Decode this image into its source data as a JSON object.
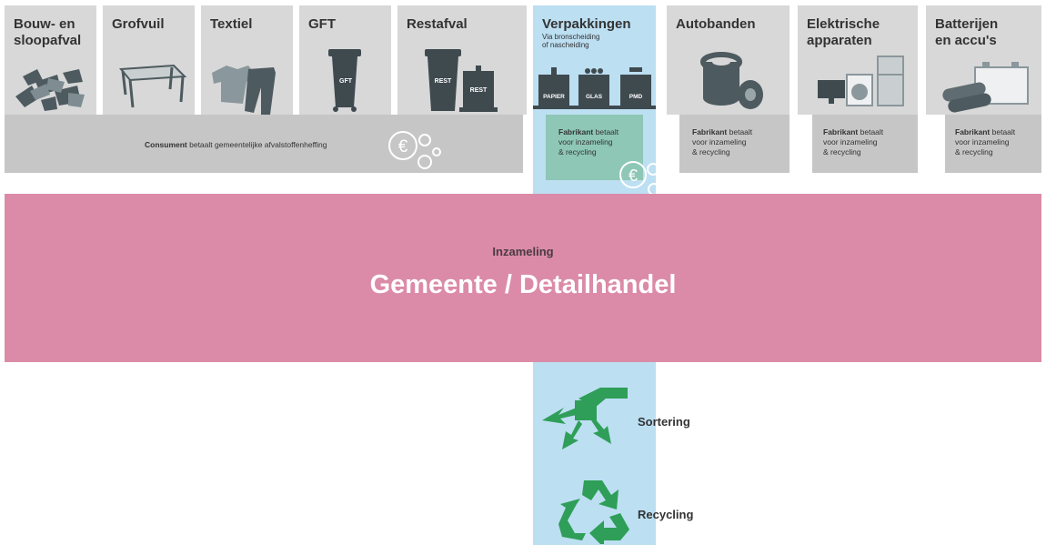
{
  "columns": [
    {
      "id": "bouw",
      "title": "Bouw- en\nsloopafval",
      "icon": "rubble-icon"
    },
    {
      "id": "grofvuil",
      "title": "Grofvuil",
      "icon": "table-icon"
    },
    {
      "id": "textiel",
      "title": "Textiel",
      "icon": "clothes-icon"
    },
    {
      "id": "gft",
      "title": "GFT",
      "icon": "gft-bin-icon",
      "bin_label": "GFT"
    },
    {
      "id": "restafval",
      "title": "Restafval",
      "icon": "rest-bins-icon",
      "bin_labels": [
        "REST",
        "REST"
      ]
    },
    {
      "id": "verpakkingen",
      "title": "Verpakkingen",
      "subtitle": "Via bronscheiding\nof nascheiding",
      "icon": "packaging-containers-icon",
      "bin_labels": [
        "PAPIER",
        "GLAS",
        "PMD"
      ]
    },
    {
      "id": "autobanden",
      "title": "Autobanden",
      "icon": "tires-icon"
    },
    {
      "id": "elektrisch",
      "title": "Elektrische\napparaten",
      "icon": "appliances-icon"
    },
    {
      "id": "batterijen",
      "title": "Batterijen\nen accu's",
      "icon": "batteries-icon"
    }
  ],
  "payment": {
    "consumer": {
      "bold": "Consument",
      "text": " betaalt gemeentelijke afvalstoffenheffing"
    },
    "producer": {
      "bold": "Fabrikant",
      "line1": " betaalt",
      "line2": "voor inzameling",
      "line3": "& recycling"
    }
  },
  "collection": {
    "label": "Inzameling",
    "title": "Gemeente / Detailhandel"
  },
  "steps": {
    "sorting": "Sortering",
    "recycling": "Recycling"
  },
  "colors": {
    "gray": "#d8d8d8",
    "box": "#c6c6c6",
    "pink": "#db8ba7",
    "blue": "#bcdff2",
    "teal": "#8ec7b6",
    "green": "#2e9e58",
    "dark": "#3f4a4f"
  }
}
